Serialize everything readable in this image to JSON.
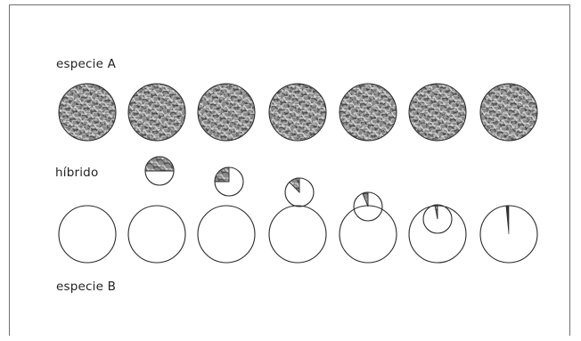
{
  "labels": {
    "species_a": "especie A",
    "hybrid": "híbrido",
    "species_b": "especie B"
  },
  "colors": {
    "stroke": "#2a2a2a",
    "texture_dark": "#7a7a7a",
    "texture_light": "#d9d9d9",
    "background": "#ffffff"
  },
  "species_a_count": 7,
  "species_b_count": 7,
  "hybrid_generations": [
    {
      "generation": 1,
      "species_a_fraction": 0.5
    },
    {
      "generation": 2,
      "species_a_fraction": 0.25
    },
    {
      "generation": 3,
      "species_a_fraction": 0.125
    },
    {
      "generation": 4,
      "species_a_fraction": 0.0625
    },
    {
      "generation": 5,
      "species_a_fraction": 0.03125
    },
    {
      "generation": 6,
      "species_a_fraction": 0.015625
    }
  ]
}
